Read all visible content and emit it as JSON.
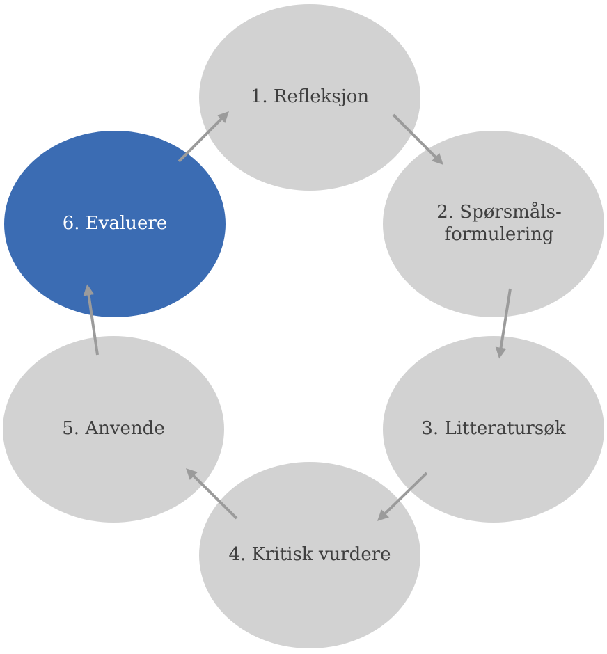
{
  "diagram": {
    "colors": {
      "node_fill": "#d2d2d2",
      "highlight_fill": "#3b6cb3",
      "arrow": "#9b9b9b",
      "text": "#3f3f3f",
      "highlight_text": "#ffffff"
    },
    "nodes": [
      {
        "label": "1. Refleksjon",
        "highlighted": false
      },
      {
        "label": "2. Spørsmåls-\nformulering",
        "highlighted": false
      },
      {
        "label": "3. Litteratursøk",
        "highlighted": false
      },
      {
        "label": "4. Kritisk vurdere",
        "highlighted": false
      },
      {
        "label": "5. Anvende",
        "highlighted": false
      },
      {
        "label": "6. Evaluere",
        "highlighted": true
      }
    ]
  }
}
